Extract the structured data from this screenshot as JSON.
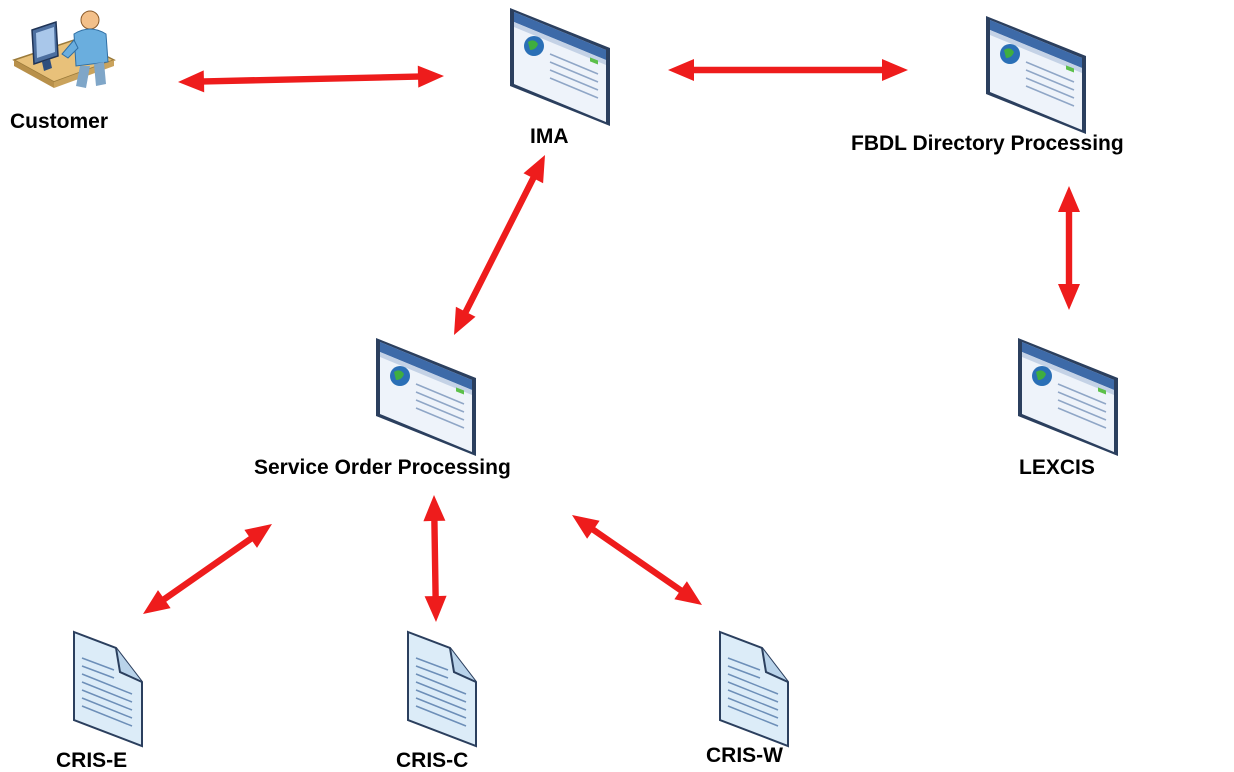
{
  "nodes": {
    "customer": {
      "label": "Customer",
      "icon": "user-at-computer-icon"
    },
    "ima": {
      "label": "IMA",
      "icon": "web-application-icon"
    },
    "fbdl": {
      "label": "FBDL Directory Processing",
      "icon": "web-application-icon"
    },
    "service_order": {
      "label": "Service Order Processing",
      "icon": "web-application-icon"
    },
    "lexcis": {
      "label": "LEXCIS",
      "icon": "web-application-icon"
    },
    "cris_e": {
      "label": "CRIS-E",
      "icon": "document-icon"
    },
    "cris_c": {
      "label": "CRIS-C",
      "icon": "document-icon"
    },
    "cris_w": {
      "label": "CRIS-W",
      "icon": "document-icon"
    }
  },
  "connections": [
    {
      "from": "Customer",
      "to": "IMA",
      "direction": "bidirectional"
    },
    {
      "from": "IMA",
      "to": "FBDL Directory Processing",
      "direction": "bidirectional"
    },
    {
      "from": "IMA",
      "to": "Service Order Processing",
      "direction": "bidirectional"
    },
    {
      "from": "FBDL Directory Processing",
      "to": "LEXCIS",
      "direction": "bidirectional"
    },
    {
      "from": "Service Order Processing",
      "to": "CRIS-E",
      "direction": "bidirectional"
    },
    {
      "from": "Service Order Processing",
      "to": "CRIS-C",
      "direction": "bidirectional"
    },
    {
      "from": "Service Order Processing",
      "to": "CRIS-W",
      "direction": "bidirectional"
    }
  ],
  "colors": {
    "arrow": "#ee1c1c",
    "window_frame": "#4a6fa5",
    "window_title": "#3d5f93",
    "window_body": "#e8eef6",
    "document_fill": "#dcecf8"
  }
}
